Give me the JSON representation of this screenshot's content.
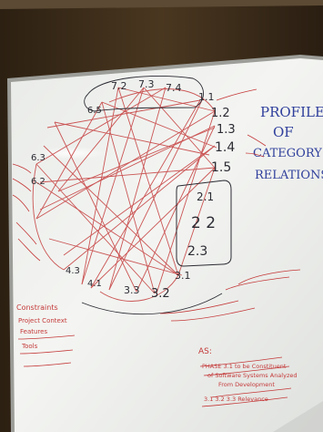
{
  "whiteboard": {
    "title_lines": [
      "PROFILE",
      "OF",
      "CATEGORY",
      "RELATIONS"
    ],
    "circle_nodes": [
      "7.2",
      "7.3",
      "7.4",
      "1.1",
      "1.2",
      "1.3",
      "1.4",
      "1.5",
      "6.5",
      "6.3",
      "6.2",
      "4.3",
      "4.1",
      "3.3",
      "3.2",
      "3.1"
    ],
    "boxed_nodes": [
      "2.1",
      "2 2",
      "2.3"
    ],
    "notes_red_left": [
      "Constraints",
      "Project Context",
      "Features",
      "Tools"
    ],
    "notes_red_bottom_right": [
      "AS:",
      "PHASE 3.1 to be Constituent",
      "of Software Systems Analyzed",
      "From Development",
      "3.1 3.2 3.3 Relevance"
    ]
  },
  "colors": {
    "board": "#f1f2ef",
    "frame_wall": "#3a2c1c",
    "marker_blue": "#2f3f9c",
    "marker_red": "#c43a3a",
    "marker_black": "#2b2b33"
  }
}
